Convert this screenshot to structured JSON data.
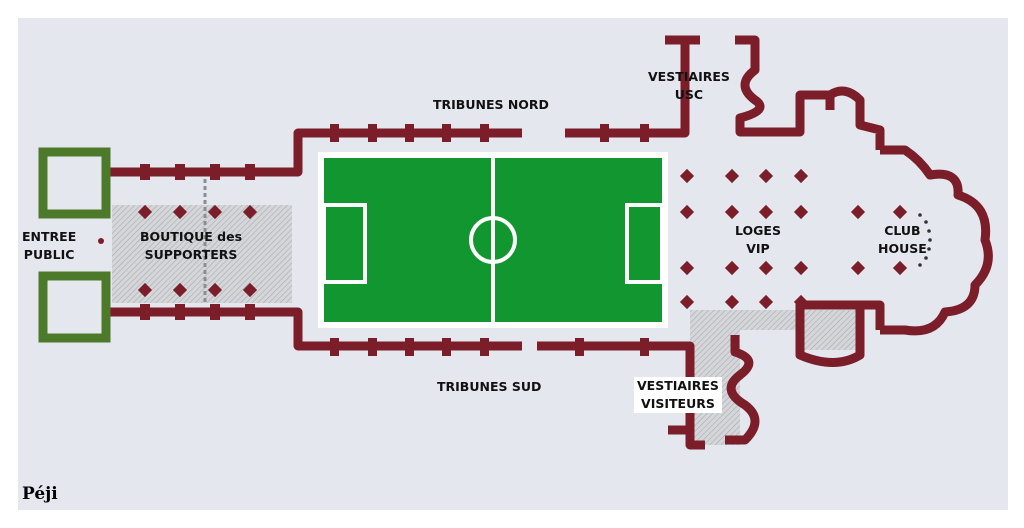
{
  "labels": {
    "entrance": [
      "ENTREE",
      "PUBLIC"
    ],
    "shop": [
      "BOUTIQUE  des",
      "SUPPORTERS"
    ],
    "north_stand": "TRIBUNES NORD",
    "south_stand": "TRIBUNES SUD",
    "home_locker": [
      "VESTIAIRES",
      "USC"
    ],
    "away_locker": [
      "VESTIAIRES",
      "VISITEURS"
    ],
    "vip": [
      "LOGES",
      "VIP"
    ],
    "clubhouse": [
      "CLUB",
      "HOUSE"
    ]
  },
  "signature": "Péji",
  "colors": {
    "wall": "#7b1e2a",
    "pitch": "#12962f",
    "tower": "#4c7a2a",
    "floor": "#e4e7ee",
    "hatch": "#c4c6ca"
  }
}
